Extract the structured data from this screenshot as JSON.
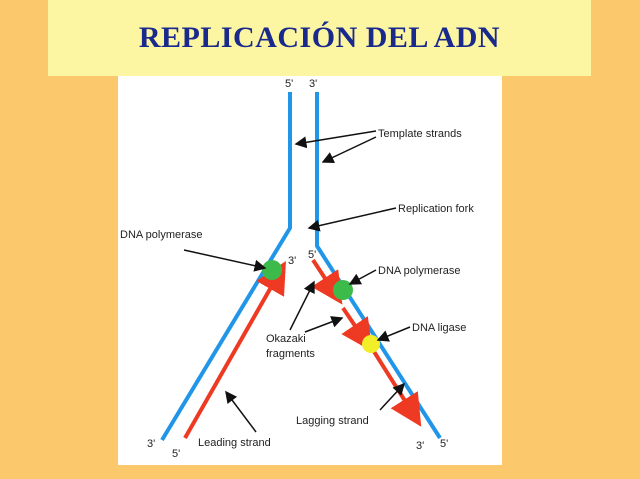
{
  "title": "REPLICACIÓN DEL ADN",
  "colors": {
    "background": "#fbc96b",
    "banner": "#fcf5a2",
    "title": "#1a2a8c",
    "template_strand": "#2196e8",
    "new_strand": "#ee3a22",
    "polymerase": "#3dbb4a",
    "ligase": "#f2ef2a"
  },
  "labels": {
    "template_strands": "Template strands",
    "replication_fork": "Replication fork",
    "dna_polymerase_left": "DNA polymerase",
    "dna_polymerase_right": "DNA polymerase",
    "dna_ligase": "DNA ligase",
    "okazaki_line1": "Okazaki",
    "okazaki_line2": "fragments",
    "lagging_strand": "Lagging strand",
    "leading_strand": "Leading strand"
  },
  "ends": {
    "top_left": "5'",
    "top_right": "3'",
    "fork_left": "3'",
    "fork_right": "5'",
    "bottom_left_outer": "3'",
    "bottom_left_inner": "5'",
    "bottom_right_inner": "3'",
    "bottom_right_outer": "5'"
  }
}
